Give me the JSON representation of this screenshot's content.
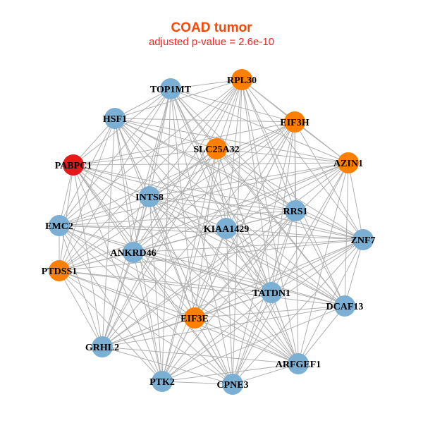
{
  "title": "COAD tumor",
  "subtitle": "adjusted p-value = 2.6e-10",
  "colors": {
    "blue": "#7bafd4",
    "orange": "#ff7f00",
    "red": "#e41a1c",
    "edge": "#b0b0b0"
  },
  "nodes": [
    {
      "label": "TOP1MT",
      "group": "blue"
    },
    {
      "label": "RPL30",
      "group": "orange"
    },
    {
      "label": "HSF1",
      "group": "blue"
    },
    {
      "label": "EIF3H",
      "group": "orange"
    },
    {
      "label": "SLC25A32",
      "group": "orange"
    },
    {
      "label": "PABPC1",
      "group": "red"
    },
    {
      "label": "AZIN1",
      "group": "orange"
    },
    {
      "label": "INTS8",
      "group": "blue"
    },
    {
      "label": "RRS1",
      "group": "blue"
    },
    {
      "label": "EMC2",
      "group": "blue"
    },
    {
      "label": "KIAA1429",
      "group": "blue"
    },
    {
      "label": "ZNF7",
      "group": "blue"
    },
    {
      "label": "ANKRD46",
      "group": "blue"
    },
    {
      "label": "PTDSS1",
      "group": "orange"
    },
    {
      "label": "TATDN1",
      "group": "blue"
    },
    {
      "label": "DCAF13",
      "group": "blue"
    },
    {
      "label": "EIF3E",
      "group": "orange"
    },
    {
      "label": "GRHL2",
      "group": "blue"
    },
    {
      "label": "ARFGEF1",
      "group": "blue"
    },
    {
      "label": "PTK2",
      "group": "blue"
    },
    {
      "label": "CPNE3",
      "group": "blue"
    }
  ]
}
